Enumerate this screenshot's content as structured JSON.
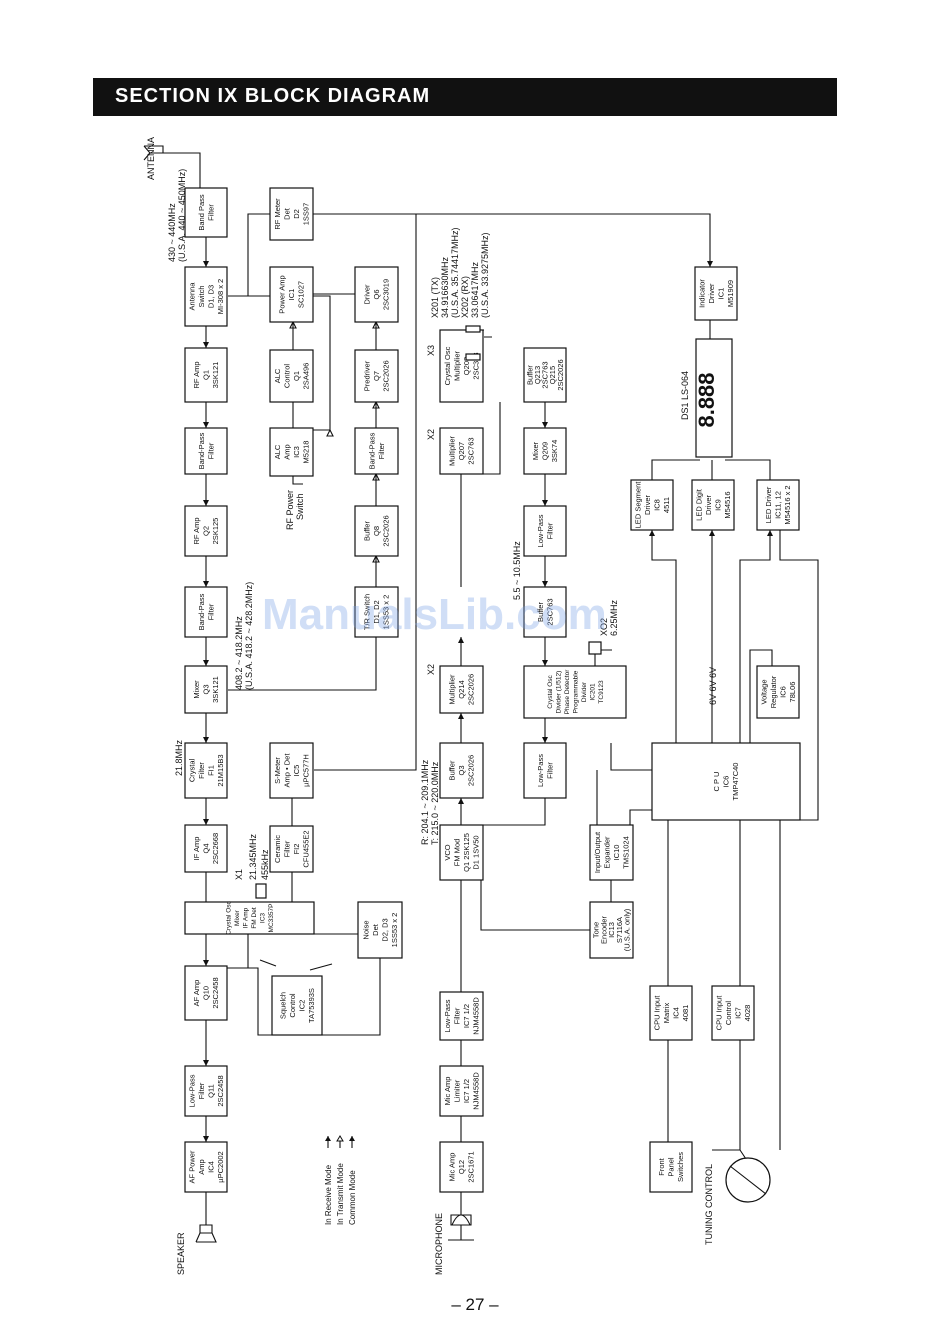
{
  "header": {
    "title": "SECTION  IX  BLOCK DIAGRAM"
  },
  "page_number": "– 27 –",
  "watermark": "ManualsLib.com",
  "blocks": [
    {
      "id": "bpf-ant",
      "lines": [
        "Band Pass",
        "Filter"
      ]
    },
    {
      "id": "ant-sw",
      "lines": [
        "Antenna",
        "Switch",
        "D1, D3",
        "MI-308 x 2"
      ]
    },
    {
      "id": "rf-amp1",
      "lines": [
        "RF Amp",
        "Q1",
        "3SK121"
      ]
    },
    {
      "id": "bpf1",
      "lines": [
        "Band-Pass",
        "Filter"
      ]
    },
    {
      "id": "rf-amp2",
      "lines": [
        "RF Amp",
        "Q2",
        "2SK125"
      ]
    },
    {
      "id": "bpf2",
      "lines": [
        "Band-Pass",
        "Filter"
      ]
    },
    {
      "id": "mixer1",
      "lines": [
        "Mixer",
        "Q3",
        "3SK121"
      ]
    },
    {
      "id": "xtal-flt",
      "lines": [
        "Crystal",
        "Filter",
        "FI1",
        "21M15B3"
      ]
    },
    {
      "id": "if-amp",
      "lines": [
        "IF Amp",
        "Q4",
        "2SC2668"
      ]
    },
    {
      "id": "if-ic",
      "lines": [
        "Crystal Osc",
        "Mixer",
        "IF Amp",
        "FM Det",
        "IC3",
        "MC3357P"
      ]
    },
    {
      "id": "af-amp",
      "lines": [
        "AF Amp",
        "Q10",
        "2SC2458"
      ]
    },
    {
      "id": "lpf-af",
      "lines": [
        "Low-Pass",
        "Filter",
        "Q11",
        "2SC2458"
      ]
    },
    {
      "id": "af-pwr",
      "lines": [
        "AF Power",
        "Amp",
        "IC4",
        "µPC2002"
      ]
    },
    {
      "id": "rf-meter",
      "lines": [
        "RF Meter",
        "Det",
        "D2",
        "1SS97"
      ]
    },
    {
      "id": "pwr-amp",
      "lines": [
        "Power Amp",
        "IC1",
        "SC1027"
      ]
    },
    {
      "id": "alc-ctl",
      "lines": [
        "ALC",
        "Control",
        "Q1",
        "2SA496"
      ]
    },
    {
      "id": "alc-amp",
      "lines": [
        "ALC",
        "Amp",
        "IC3",
        "M5218"
      ]
    },
    {
      "id": "smeter",
      "lines": [
        "S-Meter",
        "Amp • Det",
        "IC5",
        "µPC577H"
      ]
    },
    {
      "id": "ceramic",
      "lines": [
        "Ceramic",
        "Filter",
        "FI2",
        "CFU455E2"
      ]
    },
    {
      "id": "squelch",
      "lines": [
        "Squelch",
        "Control",
        "IC2",
        "TA75393S"
      ]
    },
    {
      "id": "noise-det",
      "lines": [
        "Noise",
        "Det",
        "D2, D3",
        "1SS53 x 2"
      ]
    },
    {
      "id": "driver",
      "lines": [
        "Driver",
        "Q6",
        "2SC3019"
      ]
    },
    {
      "id": "predriver",
      "lines": [
        "Predriver",
        "Q7",
        "2SC2026"
      ]
    },
    {
      "id": "bpf-tx",
      "lines": [
        "Band-Pass",
        "Filter"
      ]
    },
    {
      "id": "buf-q8",
      "lines": [
        "Buffer",
        "Q8",
        "2SC2026"
      ]
    },
    {
      "id": "rx-sw",
      "lines": [
        "T/R Switch",
        "D1, D2",
        "1SS53 x 2"
      ]
    },
    {
      "id": "xtal-mult",
      "lines": [
        "Crystal Osc",
        "Multiplier",
        "Q208",
        "2SC383"
      ]
    },
    {
      "id": "mult-q207",
      "lines": [
        "Multiplier",
        "Q207",
        "2SC763"
      ]
    },
    {
      "id": "buf-q213",
      "lines": [
        "Buffer",
        "Q213",
        "2SC763",
        "Q215",
        "2SC2026"
      ]
    },
    {
      "id": "mixer-q209",
      "lines": [
        "Mixer",
        "Q209",
        "3SK74"
      ]
    },
    {
      "id": "lpf-mid",
      "lines": [
        "Low-Pass",
        "Filter"
      ]
    },
    {
      "id": "buf-mid",
      "lines": [
        "Buffer",
        "2SC763"
      ]
    },
    {
      "id": "pll",
      "lines": [
        "Crystal Osc",
        "Divider (1/512)",
        "Phase Detector",
        "Programmable",
        "Divider",
        "IC201",
        "TC9123"
      ]
    },
    {
      "id": "lpf-pll",
      "lines": [
        "Low-Pass",
        "Filter"
      ]
    },
    {
      "id": "mult-q214",
      "lines": [
        "Multiplier",
        "Q214",
        "2SC2026"
      ]
    },
    {
      "id": "buf-q3",
      "lines": [
        "Buffer",
        "Q3",
        "2SC2026"
      ]
    },
    {
      "id": "vco",
      "lines": [
        "VCO",
        "FM Mod",
        "Q1 2SK125",
        "D1 1SV50"
      ]
    },
    {
      "id": "lpf-mic",
      "lines": [
        "Low-Pass",
        "Filter",
        "IC7 1/2",
        "NJM4558D"
      ]
    },
    {
      "id": "mic-lim",
      "lines": [
        "Mic Amp",
        "Limiter",
        "IC7 1/2",
        "NJM4558D"
      ]
    },
    {
      "id": "mic-amp",
      "lines": [
        "Mic Amp",
        "Q12",
        "2SC1671"
      ]
    },
    {
      "id": "ind-drv",
      "lines": [
        "Indicator",
        "Driver",
        "IC1",
        "M51909"
      ]
    },
    {
      "id": "led-seg",
      "lines": [
        "LED Segment",
        "Driver",
        "IC8",
        "4511"
      ]
    },
    {
      "id": "led-digit",
      "lines": [
        "LED Digit",
        "Driver",
        "IC9",
        "M54516"
      ]
    },
    {
      "id": "led-drv",
      "lines": [
        "LED Driver",
        "IC11, 12",
        "M54516 x 2"
      ]
    },
    {
      "id": "vreg",
      "lines": [
        "Voltage",
        "Regulator",
        "IC6",
        "78L06"
      ]
    },
    {
      "id": "cpu",
      "lines": [
        "C P U",
        "IC6",
        "TMP47C40"
      ]
    },
    {
      "id": "io-exp",
      "lines": [
        "Input/Output",
        "Expander",
        "IC10",
        "TMS1024"
      ]
    },
    {
      "id": "tone-enc",
      "lines": [
        "Tone",
        "Encoder",
        "IC13",
        "S7116A",
        "(U.S.A. only)"
      ]
    },
    {
      "id": "cpu-matrix",
      "lines": [
        "CPU Input",
        "Matrix",
        "IC4",
        "4081"
      ]
    },
    {
      "id": "cpu-ctl",
      "lines": [
        "CPU Input",
        "Control",
        "IC7",
        "4028"
      ]
    },
    {
      "id": "front-sw",
      "lines": [
        "Front",
        "Panel",
        "Switches"
      ]
    }
  ],
  "labels": {
    "antenna": "ANTENNA",
    "ant-freq": "430 ~ 440MHz",
    "ant-freq-usa": "(U.S.A. 440 ~ 450MHz)",
    "mix-freq": "408.2 ~ 418.2MHz",
    "mix-freq-usa": "(U.S.A. 418.2 ~ 428.2MHz)",
    "if1": "21.8MHz",
    "x1": "X1",
    "x1-freq": "21.345MHz",
    "if2": "455kHz",
    "vco-freq": "R: 204.1 ~ 209.1MHz",
    "vco-freq-t": "T: 215.0 ~ 220.0MHz",
    "x201": "X201 (TX)",
    "x201-freq": "34.916630MHz",
    "x201-usa": "(U.S.A. 35.74417MHz)",
    "x202": "X202 (RX)",
    "x202-freq": "33.06417MHz",
    "x202-usa": "(U.S.A. 33.9275MHz)",
    "x3": "X3",
    "x2a": "X2",
    "x2b": "X2",
    "mid-freq": "5.5 ~ 10.5MHz",
    "xo2": "XO2",
    "xo2-freq": "6.25MHz",
    "ds1": "DS1  LS-064",
    "rf-pwr-sw": "RF Power",
    "rf-pwr-sw2": "Switch",
    "vreg-out": "6V  6V  6V",
    "speaker": "SPEAKER",
    "microphone": "MICROPHONE",
    "tuning": "TUNING CONTROL",
    "legend-rx": "In Receive Mode",
    "legend-tx": "In Transmit Mode",
    "legend-common": "Common Mode"
  }
}
